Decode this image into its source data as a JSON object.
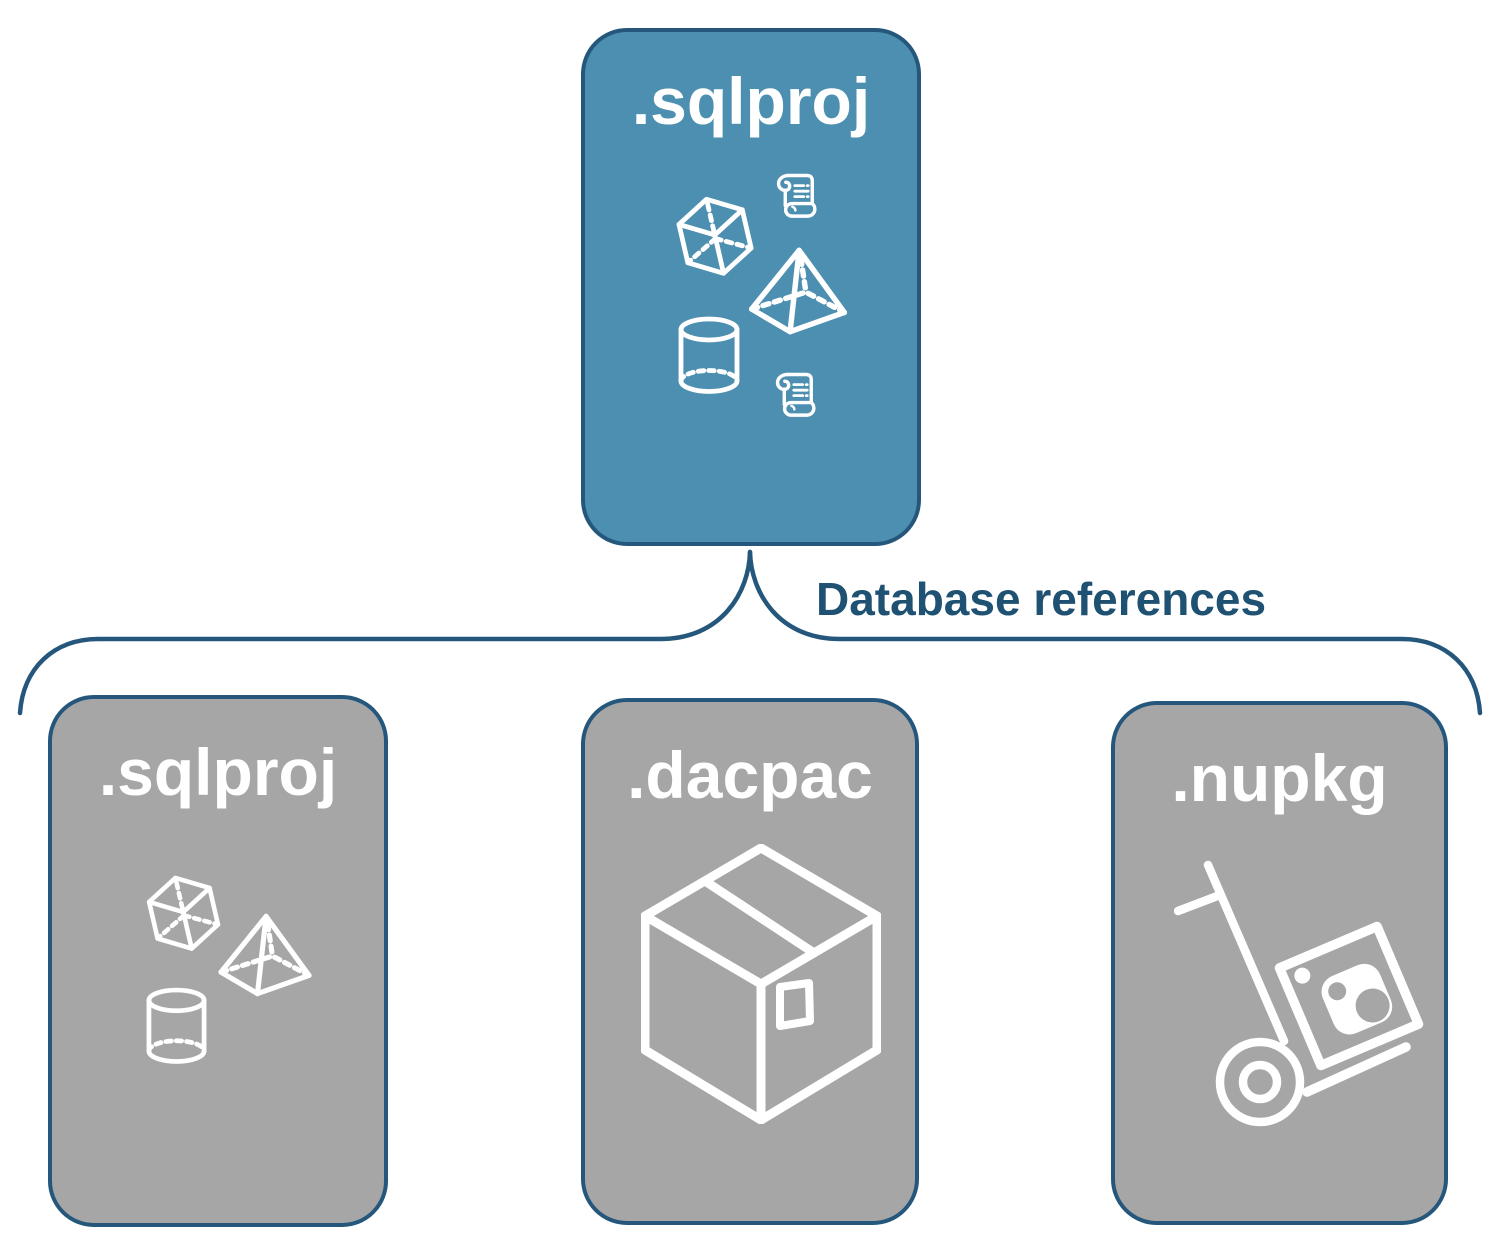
{
  "root_card": {
    "label": ".sqlproj",
    "icons": [
      "scroll-icon",
      "cube-icon",
      "pyramid-icon",
      "cylinder-icon",
      "scroll-icon"
    ]
  },
  "connector": {
    "label": "Database references"
  },
  "children": [
    {
      "label": ".sqlproj",
      "icons": [
        "cube-icon",
        "pyramid-icon",
        "cylinder-icon"
      ]
    },
    {
      "label": ".dacpac",
      "icons": [
        "package-box-icon"
      ]
    },
    {
      "label": ".nupkg",
      "icons": [
        "nuget-dolly-icon"
      ]
    }
  ],
  "colors": {
    "root_card_fill": "#4C8FB0",
    "child_card_fill": "#A6A6A6",
    "card_border": "#24577B",
    "card_label_text": "#FFFFFF",
    "connector_line": "#24577B",
    "connector_label_text": "#1F5173",
    "icon_stroke": "#FFFFFF",
    "background": "#FFFFFF"
  }
}
